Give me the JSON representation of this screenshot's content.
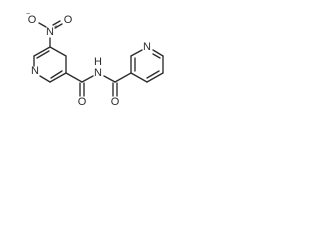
{
  "molecule": {
    "atoms": {
      "nitro_o_left": "O",
      "nitro_n": "N",
      "nitro_o_right": "O",
      "ring1_n": "N",
      "amide_o": "O",
      "amide_nh": "N",
      "amide_h": "H",
      "acyl_o": "O",
      "ring2_n": "N"
    },
    "charges": {
      "nitro_n": "+",
      "nitro_o_left": "−"
    }
  },
  "colors": {
    "bond": "#2b2b2b",
    "background": "#ffffff"
  }
}
